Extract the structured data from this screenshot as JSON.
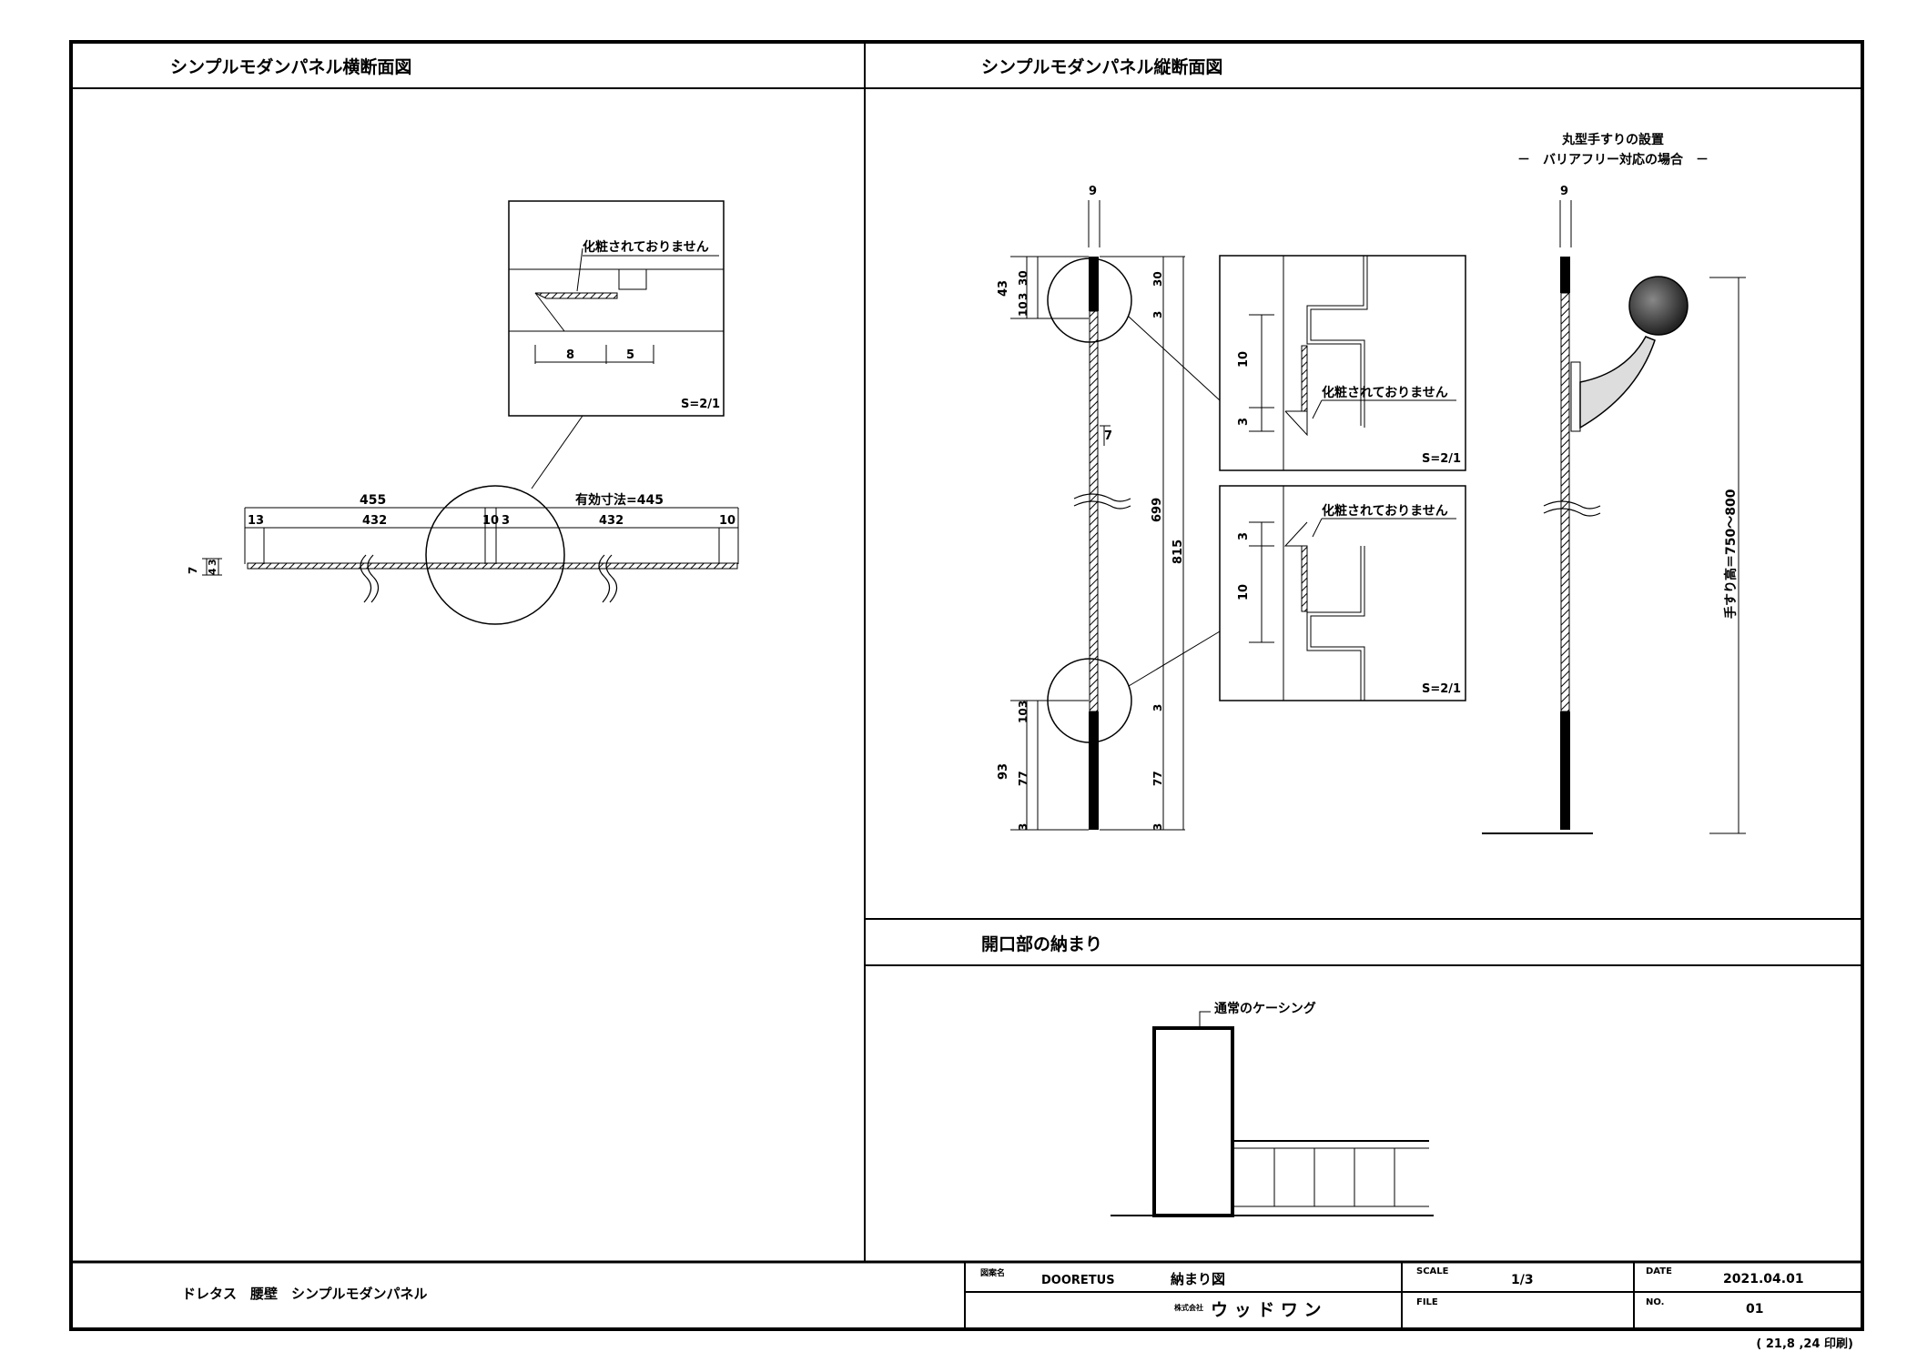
{
  "panels": {
    "cross_section_title": "シンプルモダンパネル横断面図",
    "vertical_section_title": "シンプルモダンパネル縦断面図",
    "opening_title": "開口部の納まり"
  },
  "cross_section": {
    "note": "化粧されておりません",
    "scale": "S=2/1",
    "detail_dims": [
      "8",
      "5"
    ],
    "overall": "455",
    "effective": "有効寸法=445",
    "dims": [
      "13",
      "432",
      "10",
      "3",
      "432",
      "10"
    ],
    "thickness_dims": [
      "7",
      "4",
      "3"
    ]
  },
  "vertical_section": {
    "top_width": "9",
    "top_dims": [
      "43",
      "10",
      "3",
      "30"
    ],
    "right_top_dims": [
      "30",
      "3"
    ],
    "mid_dim": "7",
    "height_inner": "699",
    "height_total": "815",
    "bottom_dims": [
      "3",
      "10",
      "93",
      "77",
      "3"
    ],
    "right_bottom_dims": [
      "3",
      "77",
      "3"
    ],
    "detail_upper": {
      "dims": [
        "10",
        "3"
      ],
      "note": "化粧されておりません",
      "scale": "S=2/1"
    },
    "detail_lower": {
      "dims": [
        "3",
        "10"
      ],
      "note": "化粧されておりません",
      "scale": "S=2/1"
    },
    "handrail_title": "丸型手すりの設置",
    "handrail_subtitle": "－　バリアフリー対応の場合　－",
    "handrail_width": "9",
    "handrail_height": "手すり高＝750～800"
  },
  "opening": {
    "casing_label": "通常のケーシング"
  },
  "title_block": {
    "product": "ドレタス　腰壁　シンプルモダンパネル",
    "drawing_name_label": "図案名",
    "brand": "DOORETUS",
    "drawing_type": "納まり図",
    "scale_label": "SCALE",
    "scale_value": "1/3",
    "date_label": "DATE",
    "date_value": "2021.04.01",
    "company_prefix": "株式会社",
    "company": "ウ ッ ド ワ ン",
    "file_label": "FILE",
    "no_label": "NO.",
    "no_value": "01",
    "print_note": "( 21,8 ,24 印刷)"
  }
}
